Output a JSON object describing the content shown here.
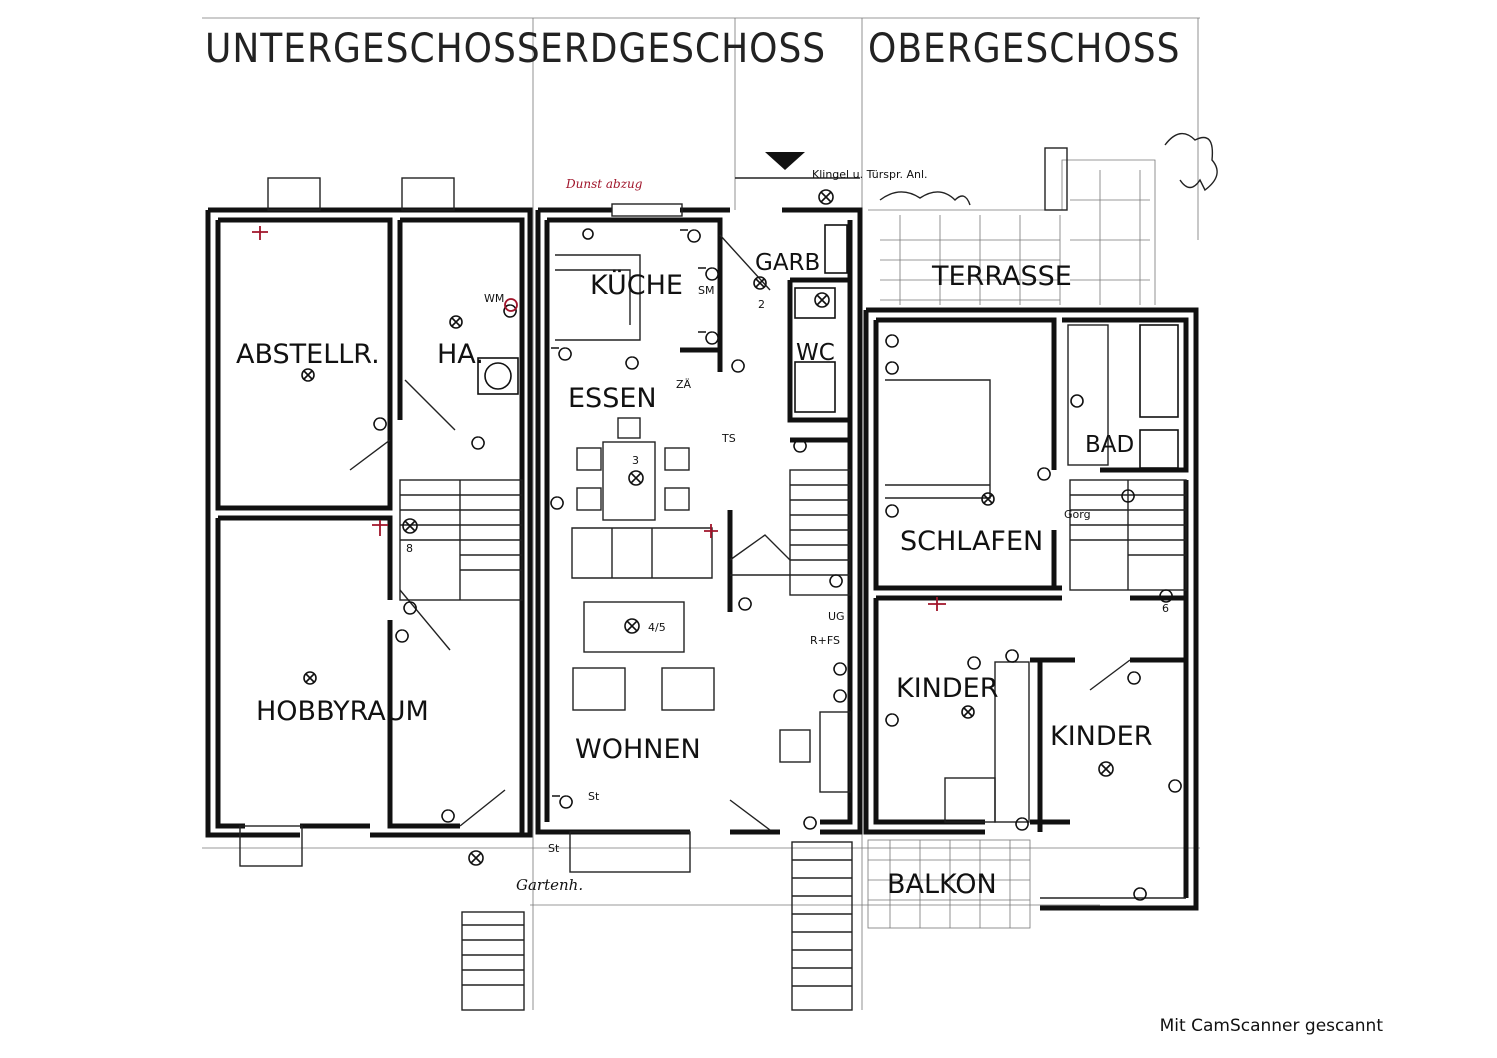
{
  "floors": {
    "untergeschoss": "UNTERGESCHOSS",
    "erdgeschoss": "ERDGESCHOSS",
    "obergeschoss": "OBERGESCHOSS"
  },
  "rooms": {
    "abstellr": "ABSTELLR.",
    "ha": "HA.",
    "hobbyraum": "HOBBYRAUM",
    "kueche": "KÜCHE",
    "essen": "ESSEN",
    "wohnen": "WOHNEN",
    "garb": "GARB",
    "wc": "WC",
    "terrasse": "TERRASSE",
    "bad": "BAD",
    "schlafen": "SCHLAFEN",
    "kinder1": "KINDER",
    "kinder2": "KINDER",
    "balkon": "BALKON"
  },
  "annotations": {
    "klingel": "Klingel u. Türspr. Anl.",
    "sm": "SM",
    "za": "ZÄ",
    "ts": "TS",
    "ug": "UG",
    "rfs": "R+FS",
    "st1": "St",
    "st2": "St",
    "gorg": "Gorg",
    "wm": "WM",
    "zahl_45": "4/5",
    "zahl_3": "3",
    "zahl_2": "2",
    "zahl_6": "6",
    "zahl_8": "8",
    "gartenh": "Gartenh.",
    "dunst": "Dunst abzug"
  },
  "footer": {
    "scanner": "Mit CamScanner gescannt"
  },
  "colors": {
    "ink": "#111111",
    "red_ink": "#a0142a",
    "paper": "#ffffff"
  }
}
